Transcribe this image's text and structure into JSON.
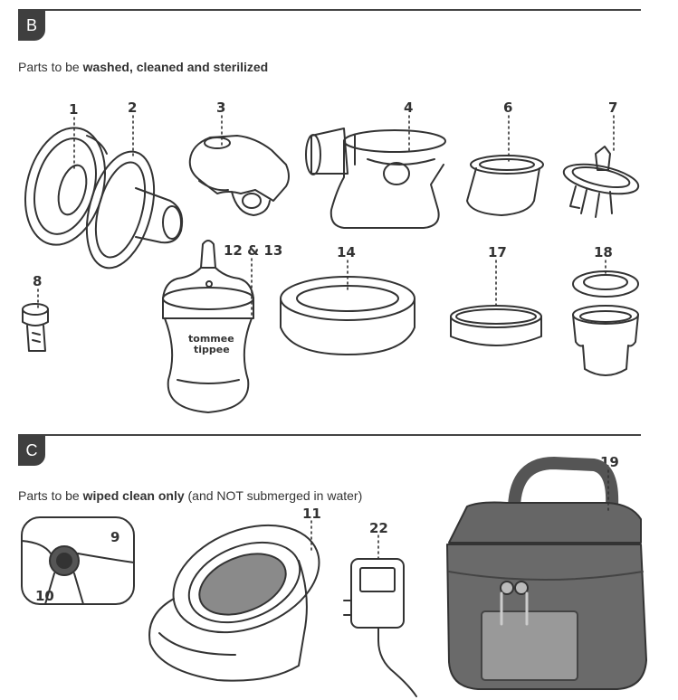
{
  "section_b": {
    "tab": "B",
    "heading_prefix": "Parts to be ",
    "heading_bold": "washed, cleaned and sterilized",
    "heading_suffix": ""
  },
  "section_c": {
    "tab": "C",
    "heading_prefix": "Parts to be ",
    "heading_bold": "wiped clean only",
    "heading_suffix": " (and NOT submerged in water)"
  },
  "part_numbers": {
    "p1": "1",
    "p2": "2",
    "p3": "3",
    "p4": "4",
    "p6": "6",
    "p7": "7",
    "p8": "8",
    "p12_13": "12 & 13",
    "p14": "14",
    "p17": "17",
    "p18": "18",
    "p19": "19",
    "p9": "9",
    "p10": "10",
    "p11": "11",
    "p22": "22"
  },
  "bottle_logo": {
    "line1": "tommee",
    "line2": "tippee"
  },
  "colors": {
    "line": "#333333",
    "bag": "#555555",
    "tab": "#3f3f3f"
  }
}
